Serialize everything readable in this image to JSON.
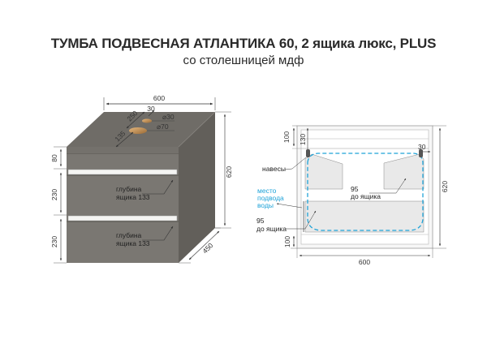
{
  "header": {
    "title": "ТУМБА ПОДВЕСНАЯ АТЛАНТИКА 60, 2 ящика люкс, PLUS",
    "subtitle": "со столешницей мдф"
  },
  "left_view": {
    "width_top": "600",
    "hole_offset": "30",
    "hole_small_dist": "250",
    "hole_small_dia": "⌀30",
    "hole_large_dia": "⌀70",
    "hole_large_dist": "135",
    "top_height": "80",
    "drawer1_height": "230",
    "drawer2_height": "230",
    "total_height": "620",
    "depth": "450",
    "drawer1_depth_label_1": "глубина",
    "drawer1_depth_label_2": "ящика 133",
    "drawer2_depth_label_1": "глубина",
    "drawer2_depth_label_2": "ящика 133"
  },
  "right_view": {
    "top_offset": "100",
    "hinge_height": "130",
    "hinge_offset": "30",
    "hinges_label": "навесы",
    "water_label_1": "место",
    "water_label_2": "подвода",
    "water_label_3": "воды",
    "upper_gap_value": "95",
    "upper_gap_label": "до ящика",
    "lower_gap_value": "95",
    "lower_gap_label": "до ящика",
    "bottom_offset": "100",
    "total_height": "620",
    "width": "600"
  },
  "colors": {
    "cabinet_front": "#7a7772",
    "cabinet_top": "#6f6c67",
    "cabinet_side": "#66635e",
    "accent_blue": "#1fa3d8",
    "hole_wood": "#c8955a"
  }
}
